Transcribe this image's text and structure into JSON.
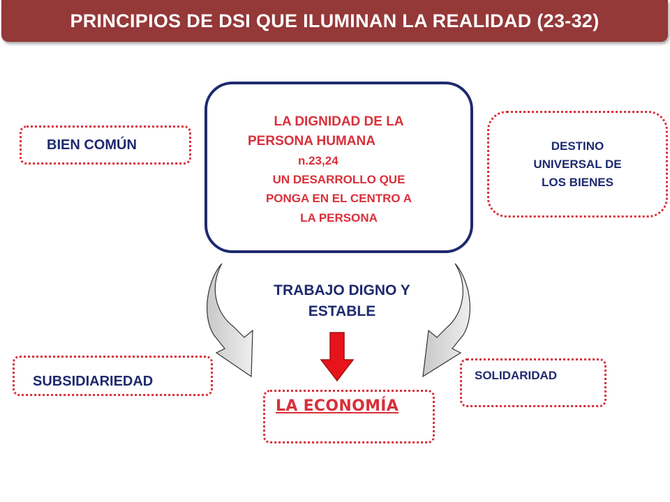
{
  "title": "PRINCIPIOS DE DSI QUE ILUMINAN LA REALIDAD (23-32)",
  "center": {
    "line1": "LA DIGNIDAD DE LA",
    "line2": "PERSONA HUMANA",
    "line3": "n.23,24",
    "line4": "UN DESARROLLO QUE",
    "line5": "PONGA EN EL CENTRO A",
    "line6": "LA PERSONA"
  },
  "bien_comun": "BIEN COMÚN",
  "destino": {
    "line1": "DESTINO",
    "line2": "UNIVERSAL DE",
    "line3": "LOS BIENES"
  },
  "trabajo": {
    "line1": "TRABAJO DIGNO Y",
    "line2": "ESTABLE"
  },
  "subsidiariedad": "SUBSIDIARIEDAD",
  "solidaridad": "SOLIDARIDAD",
  "economia": "LA ECONOMÍA",
  "colors": {
    "title_bg": "#943838",
    "accent_red": "#d8303a",
    "navy": "#1e2a6e",
    "arrow_red": "#e8141c"
  }
}
